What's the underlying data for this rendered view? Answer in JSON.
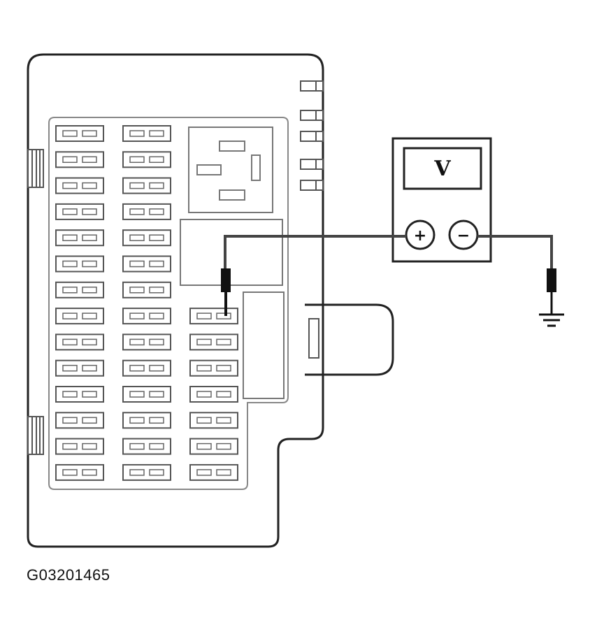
{
  "figure_id": "G03201465",
  "voltmeter": {
    "display_label": "V",
    "positive_label": "+",
    "negative_label": "−"
  },
  "fuse_panel": {
    "column_1_fuses": 14,
    "column_2_fuses": 14,
    "column_3_fuses": 7
  },
  "icons": [
    "fuse-panel",
    "voltmeter",
    "test-probe",
    "ground-symbol"
  ]
}
